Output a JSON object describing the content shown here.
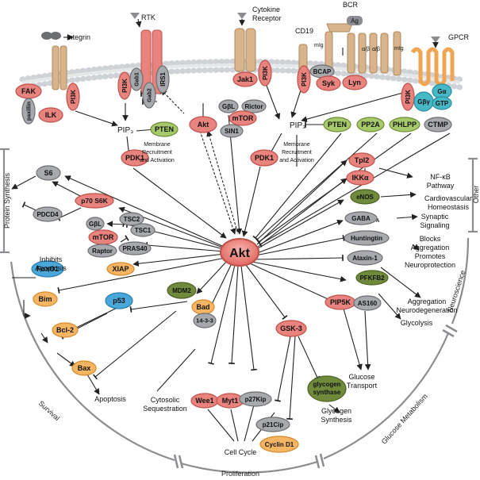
{
  "colors": {
    "red": "#e8837d",
    "red_dark": "#c0504a",
    "gray": "#a7a9ac",
    "gray_dark": "#6d6e71",
    "green": "#a6c96a",
    "olive": "#6f8a3a",
    "orange": "#f5b562",
    "blue": "#4aa7d9",
    "teal": "#46b8c6",
    "line": "#222222"
  },
  "receptors": {
    "integrin": "Integrin",
    "rtk": "RTK",
    "cytokine_1": "Cytokine",
    "cytokine_2": "Receptor",
    "cd19": "CD19",
    "bcr": "BCR",
    "ag": "Ag",
    "mig_left": "mIg",
    "mig_right": "mIg",
    "alpha_beta": "α/β",
    "alpha_beta2": "α/β",
    "gpcr": "GPCR"
  },
  "nodes": {
    "fak": "FAK",
    "paxillin": "paxillin",
    "ilk": "ILK",
    "pi3k_int": "PI3K",
    "pi3k_rtk": "PI3K",
    "gab1": "Gab1",
    "gab2": "Gab2",
    "irs1": "IRS1",
    "jak1": "Jak1",
    "pi3k_cyt": "PI3K",
    "pi3k_cd19": "PI3K",
    "bcap": "BCAP",
    "syk": "Syk",
    "lyn": "Lyn",
    "pi3k_gpcr": "PI3K",
    "gbg": "Gβγ",
    "ga_1": "Gα",
    "ga_2": "GTP",
    "pip3_l": "PIP₃",
    "pip3_r": "PIP₃",
    "pten_l": "PTEN",
    "akt_top": "Akt",
    "gbl_mtor": "GβL",
    "rictor": "Rictor",
    "mtor_c2": "mTOR",
    "sin1": "SIN1",
    "pten_r": "PTEN",
    "pp2a": "PP2A",
    "phlpp": "PHLPP",
    "ctmp": "CTMP",
    "pdk1_l": "PDK1",
    "pdk1_r": "PDK1",
    "akt": "Akt",
    "s6": "S6",
    "p70s6k": "p70 S6K",
    "pdcd4": "PDCD4",
    "gbl_c1": "GβL",
    "mtor_c1": "mTOR",
    "raptor": "Raptor",
    "tsc2": "TSC2",
    "tsc1": "TSC1",
    "pras40": "PRAS40",
    "xiap": "XIAP",
    "foxo1": "FoxO1",
    "bim": "Bim",
    "p53": "p53",
    "mdm2": "MDM2",
    "bcl2": "Bcl-2",
    "bax": "Bax",
    "bad": "Bad",
    "b1433": "14-3-3",
    "wee1": "Wee1",
    "myt1": "Myt1",
    "p27kip": "p27Kip",
    "gsk3": "GSK-3",
    "p21cip": "p21Cip",
    "cyclind1": "Cyclin D1",
    "glyco_1": "glycogen",
    "glyco_2": "synthase",
    "pip5k": "PIP5K",
    "as160": "AS160",
    "pfkfb2": "PFKFB2",
    "ataxin": "Ataxin-1",
    "huntingtin": "Huntingtin",
    "gaba": "GABA",
    "gaba_sub": "A",
    "enos": "eNOS",
    "ikka": "IKKα",
    "tpl2": "Tpl2"
  },
  "labels": {
    "membrane_l_1": "Membrane",
    "membrane_l_2": "Recruitment",
    "membrane_l_3": "and Activation",
    "membrane_r_1": "Membrane",
    "membrane_r_2": "Recruitment",
    "membrane_r_3": "and Activation",
    "nfkb_1": "NF-κB",
    "nfkb_2": "Pathway",
    "cardio_1": "Cardiovascular",
    "cardio_2": "Homeostasis",
    "synaptic_1": "Synaptic",
    "synaptic_2": "Signaling",
    "blocks_1": "Blocks",
    "blocks_2": "Aggregation",
    "blocks_3": "Promotes",
    "blocks_4": "Neuroprotection",
    "agg_1": "Aggregation",
    "agg_2": "Neurodegeneration",
    "glycolysis": "Glycolysis",
    "glucose_1": "Glucose",
    "glucose_2": "Transport",
    "glycogen_1": "Glycogen",
    "glycogen_2": "Synthesis",
    "cellcycle": "Cell Cycle",
    "cytosolic_1": "Cytosolic",
    "cytosolic_2": "Sequestration",
    "apoptosis": "Apoptosis",
    "inhibits_1": "Inhibits",
    "inhibits_2": "Apoptosis"
  },
  "categories": {
    "protein_synthesis": "Protein Synthesis",
    "survival": "Survival",
    "proliferation": "Proliferation",
    "glucose_metabolism": "Glucose Metabolism",
    "neuroscience": "Neuroscience",
    "other": "Other"
  }
}
